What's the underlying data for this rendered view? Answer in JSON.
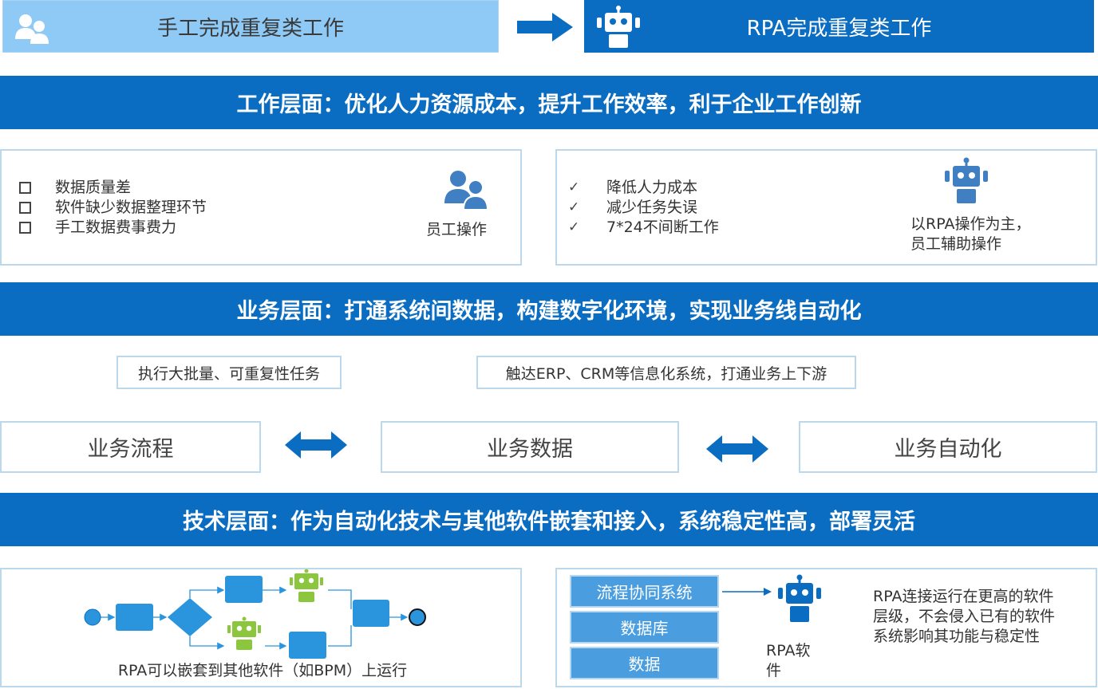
{
  "header": {
    "manual_label": "手工完成重复类工作",
    "rpa_label": "RPA完成重复类工作"
  },
  "work": {
    "banner": "工作层面：优化人力资源成本，提升工作效率，利于企业工作创新",
    "left": {
      "problems": [
        "数据质量差",
        "软件缺少数据整理环节",
        "手工数据费事费力"
      ],
      "caption": "员工操作"
    },
    "right": {
      "benefits": [
        "降低人力成本",
        "减少任务失误",
        "7*24不间断工作"
      ],
      "caption_line1": "以RPA操作为主，",
      "caption_line2": "员工辅助操作"
    }
  },
  "business": {
    "banner": "业务层面：打通系统间数据，构建数字化环境，实现业务线自动化",
    "tag1": "执行大批量、可重复性任务",
    "tag2": "触达ERP、CRM等信息化系统，打通业务上下游",
    "process": "业务流程",
    "data": "业务数据",
    "automation": "业务自动化"
  },
  "tech": {
    "banner": "技术层面：作为自动化技术与其他软件嵌套和接入，系统稳定性高，部署灵活",
    "left_caption": "RPA可以嵌套到其他软件（如BPM）上运行",
    "stack": [
      "流程协同系统",
      "数据库",
      "数据"
    ],
    "rpa_software_line1": "RPA软",
    "rpa_software_line2": "件",
    "description": "RPA连接运行在更高的软件层级，不会侵入已有的软件系统影响其功能与稳定性"
  },
  "colors": {
    "primary": "#0a6dc2",
    "light": "#8ecaf5",
    "border": "#bcd8ec",
    "robot_green": "#8cc63f",
    "icon_blue": "#3f7fc2"
  }
}
